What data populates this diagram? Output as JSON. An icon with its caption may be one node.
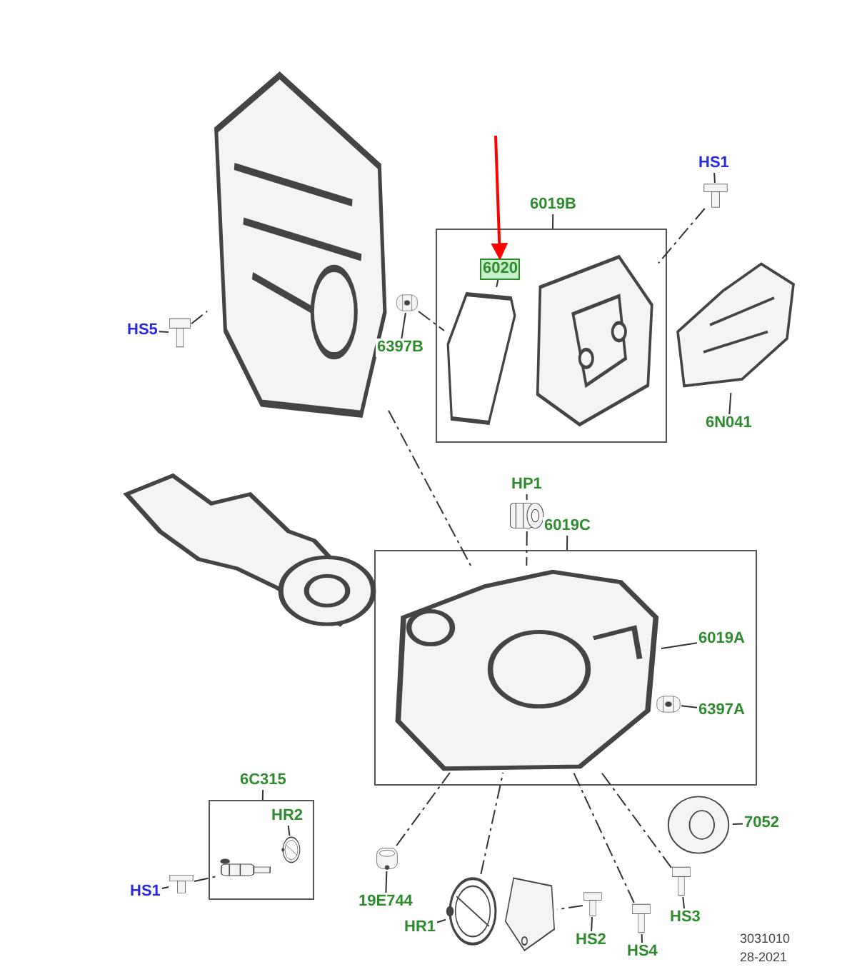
{
  "diagram": {
    "nodes": [
      {
        "text": [],
        "shape": "picture"
      },
      {
        "text": [
          "6019B"
        ]
      },
      {
        "text": [],
        "shape": "box"
      },
      {
        "text": [
          "6020"
        ],
        "in": 2
      },
      {
        "text": [],
        "shape": "picture",
        "in": 2
      },
      {
        "text": [],
        "shape": "picture",
        "in": 2
      },
      {
        "text": [
          "HS1"
        ]
      },
      {
        "text": [],
        "shape": "picture"
      },
      {
        "text": [
          "HS5"
        ]
      },
      {
        "text": [],
        "shape": "picture"
      },
      {
        "text": [
          "6397B"
        ]
      },
      {
        "text": [],
        "shape": "picture"
      },
      {
        "text": [
          "6N041"
        ]
      },
      {
        "text": [],
        "shape": "picture"
      },
      {
        "text": [],
        "shape": "picture"
      },
      {
        "text": [
          "HP1"
        ]
      },
      {
        "text": [],
        "shape": "picture"
      },
      {
        "text": [
          "6019C"
        ]
      },
      {
        "text": [],
        "shape": "box"
      },
      {
        "text": [
          "6019A"
        ],
        "in": 18
      },
      {
        "text": [],
        "shape": "picture",
        "in": 18
      },
      {
        "text": [
          "6397A"
        ],
        "in": 18
      },
      {
        "text": [],
        "shape": "picture",
        "in": 18
      },
      {
        "text": [
          "7052"
        ]
      },
      {
        "text": [],
        "shape": "picture"
      },
      {
        "text": [
          "6C315"
        ]
      },
      {
        "text": [],
        "shape": "box"
      },
      {
        "text": [
          "HR2"
        ],
        "in": 26
      },
      {
        "text": [],
        "shape": "picture",
        "in": 26
      },
      {
        "text": [],
        "shape": "picture",
        "in": 26
      },
      {
        "text": [
          "HS1"
        ]
      },
      {
        "text": [],
        "shape": "picture"
      },
      {
        "text": [
          "19E744"
        ]
      },
      {
        "text": [],
        "shape": "picture"
      },
      {
        "text": [
          "HR1"
        ]
      },
      {
        "text": [],
        "shape": "picture"
      },
      {
        "text": [],
        "shape": "picture"
      },
      {
        "text": [
          "HS2"
        ]
      },
      {
        "text": [],
        "shape": "picture"
      },
      {
        "text": [
          "HS4"
        ]
      },
      {
        "text": [],
        "shape": "picture"
      },
      {
        "text": [
          "HS3"
        ]
      },
      {
        "text": [],
        "shape": "picture"
      }
    ],
    "edges": [
      {
        "from": null,
        "to": 3,
        "arrow": "to",
        "color": "#ff0000"
      },
      {
        "from": 1,
        "to": 2,
        "arrow": "none"
      },
      {
        "from": 3,
        "to": 4,
        "arrow": "none"
      },
      {
        "from": 6,
        "to": 7,
        "arrow": "none"
      },
      {
        "from": 8,
        "to": 9,
        "arrow": "none"
      },
      {
        "from": 10,
        "to": 11,
        "arrow": "none"
      },
      {
        "from": 12,
        "to": 13,
        "arrow": "none"
      },
      {
        "from": 15,
        "to": 16,
        "arrow": "none"
      },
      {
        "from": 17,
        "to": 18,
        "arrow": "none"
      },
      {
        "from": 19,
        "to": 20,
        "arrow": "none"
      },
      {
        "from": 21,
        "to": 22,
        "arrow": "none"
      },
      {
        "from": 23,
        "to": 24,
        "arrow": "none"
      },
      {
        "from": 25,
        "to": 26,
        "arrow": "none"
      },
      {
        "from": 27,
        "to": 29,
        "arrow": "none"
      },
      {
        "from": 30,
        "to": 31,
        "arrow": "none"
      },
      {
        "from": 32,
        "to": 33,
        "arrow": "none"
      },
      {
        "from": 34,
        "to": 35,
        "arrow": "none"
      },
      {
        "from": 37,
        "to": 38,
        "arrow": "none"
      },
      {
        "from": 39,
        "to": 40,
        "arrow": "none"
      },
      {
        "from": 41,
        "to": 42,
        "arrow": "none"
      },
      {
        "from": 7,
        "to": 5,
        "arrow": "none",
        "style": "dashed"
      },
      {
        "from": 11,
        "to": 4,
        "arrow": "none",
        "style": "dashed"
      },
      {
        "from": 9,
        "to": 0,
        "arrow": "none",
        "style": "dashed"
      },
      {
        "from": 0,
        "to": 20,
        "arrow": "none",
        "style": "dashed"
      },
      {
        "from": 16,
        "to": 20,
        "arrow": "none",
        "style": "dashed"
      },
      {
        "from": 31,
        "to": 28,
        "arrow": "none",
        "style": "dashed"
      },
      {
        "from": 33,
        "to": 20,
        "arrow": "none",
        "style": "dashed"
      },
      {
        "from": 35,
        "to": 20,
        "arrow": "none",
        "style": "dashed"
      },
      {
        "from": 38,
        "to": 36,
        "arrow": "none",
        "style": "dashed"
      },
      {
        "from": 42,
        "to": 20,
        "arrow": "none",
        "style": "dashed"
      },
      {
        "from": 40,
        "to": 20,
        "arrow": "none",
        "style": "dashed"
      }
    ],
    "labels": [
      "3031010",
      "28-2021"
    ]
  }
}
